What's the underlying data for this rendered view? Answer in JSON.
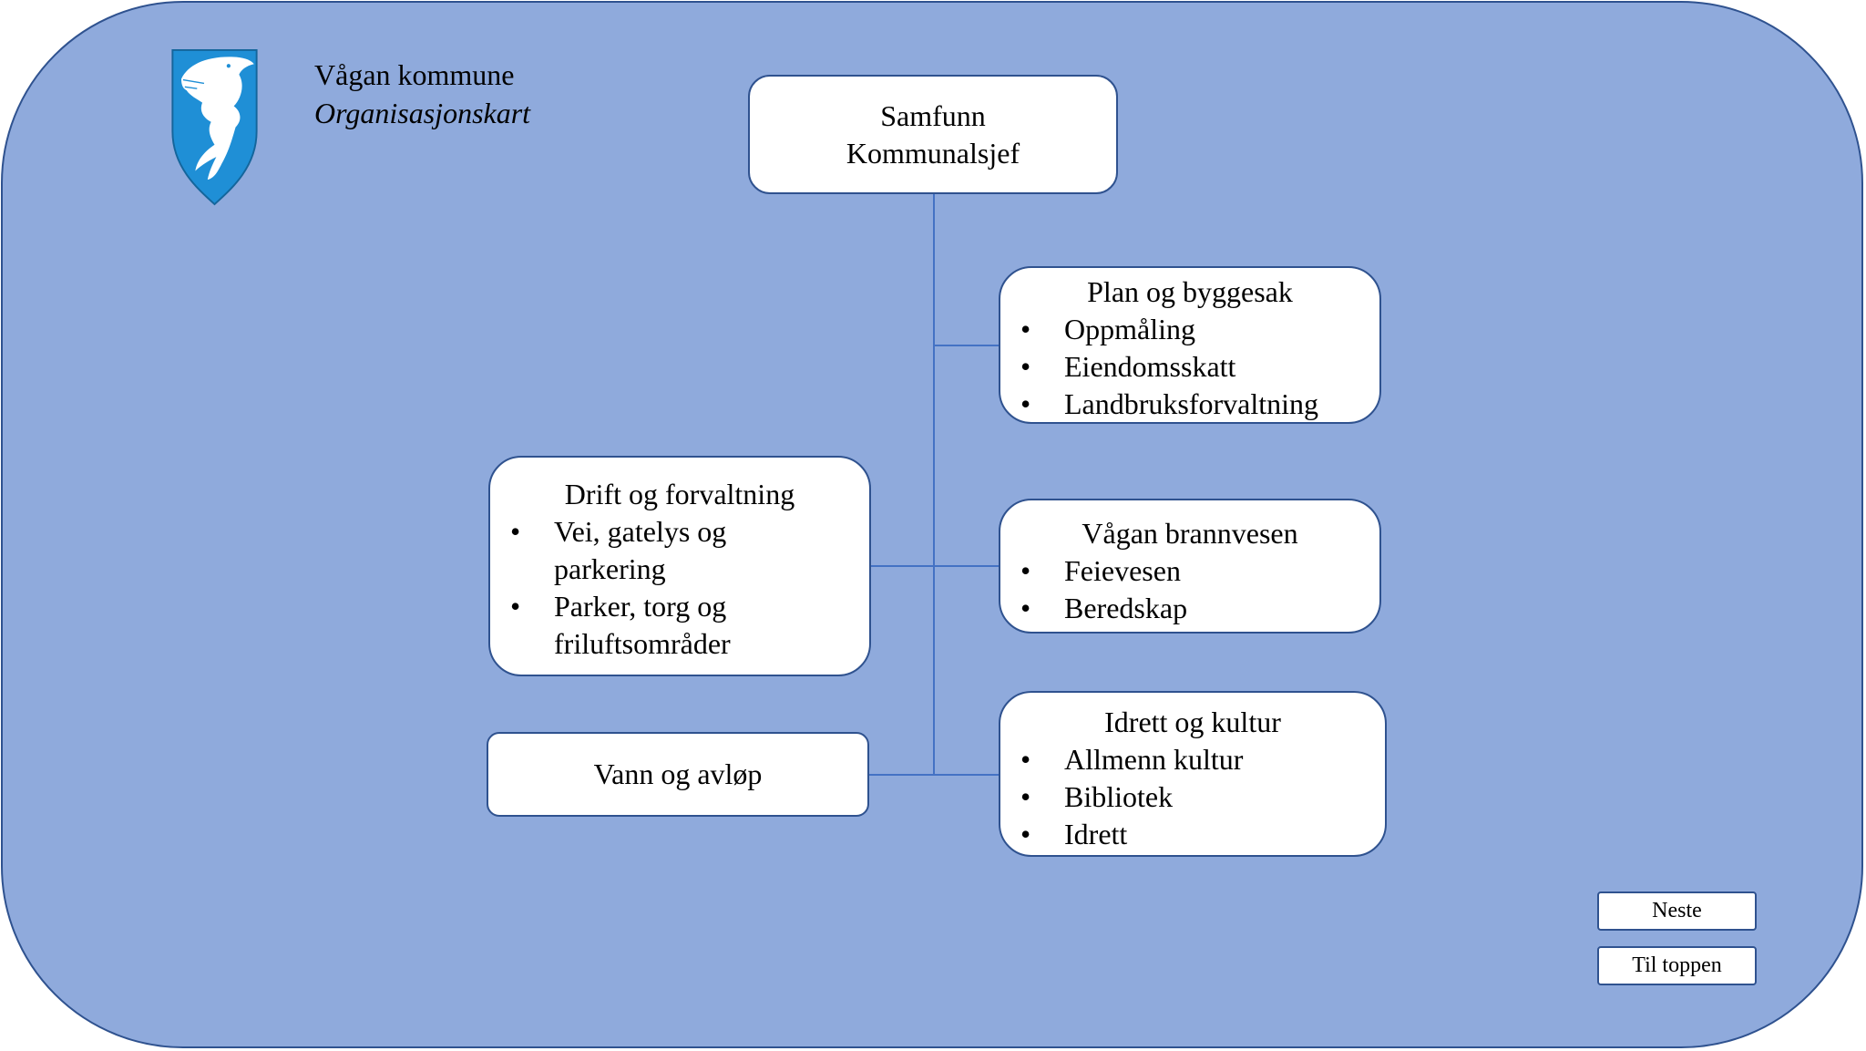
{
  "header": {
    "municipality": "Vågan kommune",
    "subtitle": "Organisasjonskart"
  },
  "logo": {
    "icon": "coat-of-arms-shark-icon",
    "shield_color": "#1f8fd6"
  },
  "colors": {
    "background": "#8faadc",
    "border": "#2f528f",
    "box": "#ffffff",
    "lines": "#4472c4"
  },
  "chart": {
    "root": {
      "line1": "Samfunn",
      "line2": "Kommunalsjef"
    },
    "plan": {
      "title": "Plan og byggesak",
      "items": [
        "Oppmåling",
        "Eiendomsskatt",
        "Landbruksforvaltning"
      ]
    },
    "drift": {
      "title": "Drift og forvaltning",
      "items": [
        "Vei, gatelys og parkering",
        "Parker, torg og friluftsområder"
      ]
    },
    "brann": {
      "title": "Vågan brannvesen",
      "items": [
        "Feievesen",
        "Beredskap"
      ]
    },
    "vann": {
      "title": "Vann og avløp"
    },
    "idrett": {
      "title": "Idrett og kultur",
      "items": [
        "Allmenn kultur",
        "Bibliotek",
        "Idrett"
      ]
    }
  },
  "nav": {
    "next_label": "Neste",
    "top_label": "Til toppen"
  }
}
